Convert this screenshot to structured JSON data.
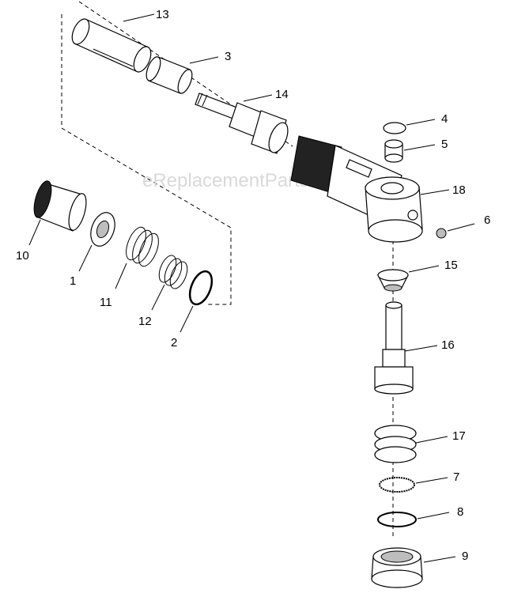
{
  "watermark": "eReplacementParts.com",
  "part_numbers": {
    "p1": "1",
    "p2": "2",
    "p3": "3",
    "p4": "4",
    "p5": "5",
    "p6": "6",
    "p7": "7",
    "p8": "8",
    "p9": "9",
    "p10": "10",
    "p11": "11",
    "p12": "12",
    "p13": "13",
    "p14": "14",
    "p15": "15",
    "p16": "16",
    "p17": "17",
    "p18": "18"
  }
}
